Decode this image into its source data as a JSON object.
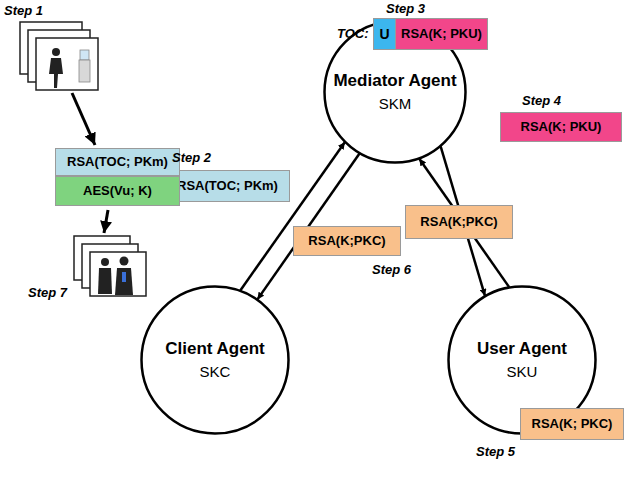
{
  "diagram": {
    "nodes": [
      {
        "text": [
          "Mediator Agent",
          "SKM"
        ]
      },
      {
        "text": [
          "U"
        ]
      },
      {
        "text": [
          "RSA(K; PKU)"
        ]
      },
      {
        "text": [
          "RSA(TOC; PKm)"
        ]
      },
      {
        "text": [
          "Client Agent",
          "SKC"
        ]
      },
      {
        "text": [
          "RSA(K; PKU)"
        ]
      },
      {
        "text": [
          "RSA(K;PKC)"
        ]
      },
      {
        "text": [
          "RSA(K;PKC)"
        ]
      },
      {
        "text": [
          "User Agent",
          "SKU"
        ]
      },
      {
        "text": [
          "RSA(K; PKC)"
        ]
      },
      {
        "text": [
          "RSA(TOC; PKm)"
        ]
      },
      {
        "text": [
          "AES(Vu; K)"
        ]
      }
    ],
    "edges": [
      {
        "from": 4,
        "to": 0,
        "arrow": "to"
      },
      {
        "from": 0,
        "to": 4,
        "arrow": "to"
      },
      {
        "from": 0,
        "to": 8,
        "arrow": "to"
      },
      {
        "from": 8,
        "to": 0,
        "arrow": "to"
      }
    ],
    "labels": [
      "Step 1",
      "Step 2",
      "TOC:",
      "Step 3",
      "Step 4",
      "Step 6",
      "Step 5",
      "Step 7"
    ]
  }
}
